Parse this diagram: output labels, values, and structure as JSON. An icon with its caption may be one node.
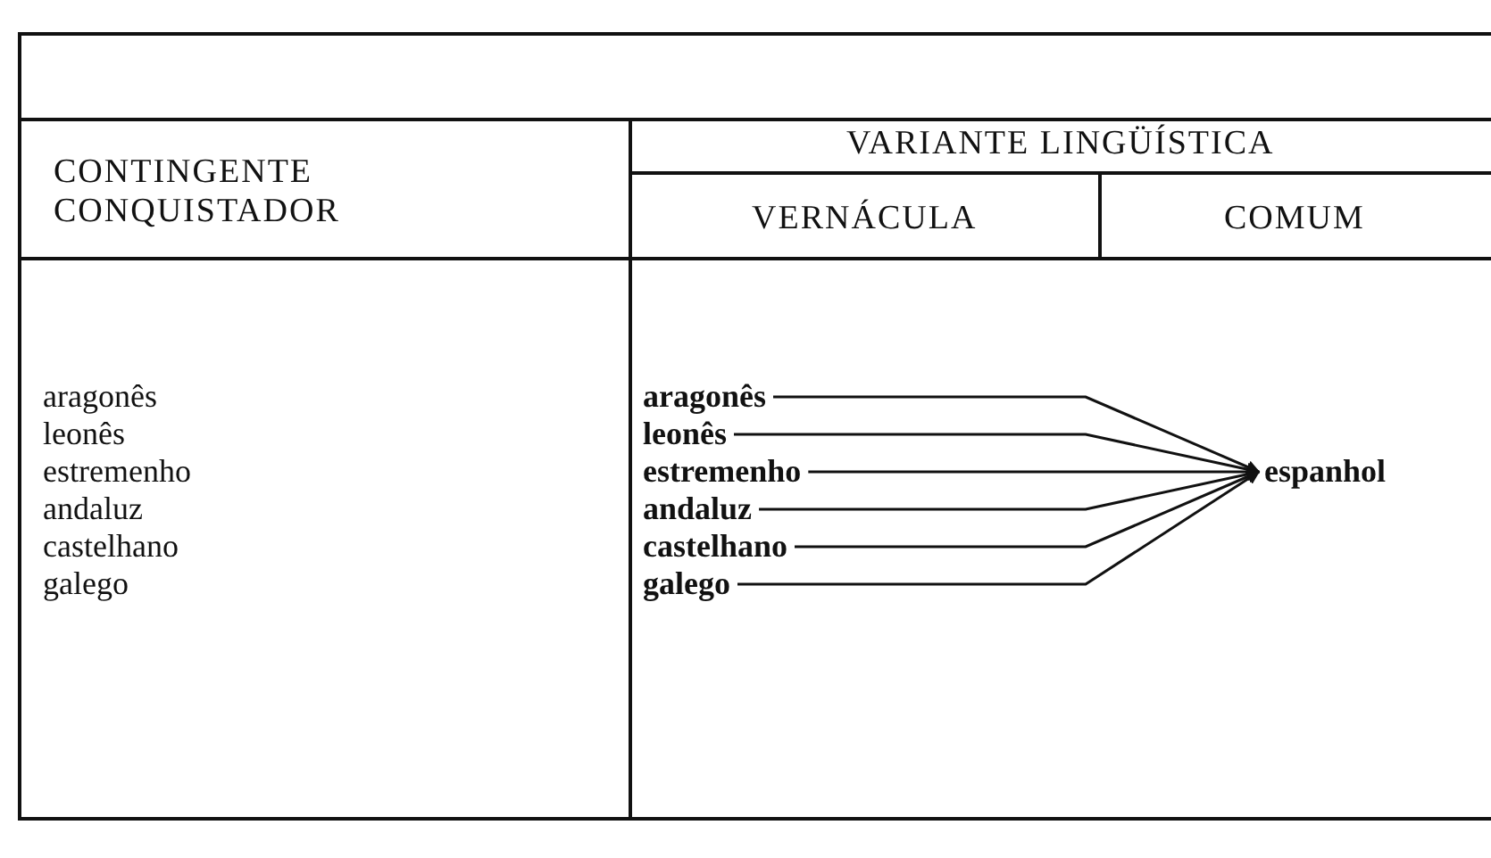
{
  "diagram": {
    "nodes": [
      {
        "text": [
          "aragonês"
        ]
      },
      {
        "text": [
          "leonês"
        ]
      },
      {
        "text": [
          "estremenho"
        ]
      },
      {
        "text": [
          "andaluz"
        ]
      },
      {
        "text": [
          "castelhano"
        ]
      },
      {
        "text": [
          "galego"
        ]
      },
      {
        "text": [
          "espanhol"
        ]
      }
    ],
    "edges": [
      {
        "from": 0,
        "to": 6,
        "arrow": "to"
      },
      {
        "from": 1,
        "to": 6,
        "arrow": "to"
      },
      {
        "from": 2,
        "to": 6,
        "arrow": "to"
      },
      {
        "from": 3,
        "to": 6,
        "arrow": "to"
      },
      {
        "from": 4,
        "to": 6,
        "arrow": "to"
      },
      {
        "from": 5,
        "to": 6,
        "arrow": "to"
      }
    ],
    "labels": [
      "CONTINGENTE CONQUISTADOR",
      "VARIANTE LINGÜÍSTICA",
      "VERNÁCULA",
      "COMUM",
      "aragonês",
      "leonês",
      "estremenho",
      "andaluz",
      "castelhano",
      "galego"
    ]
  }
}
